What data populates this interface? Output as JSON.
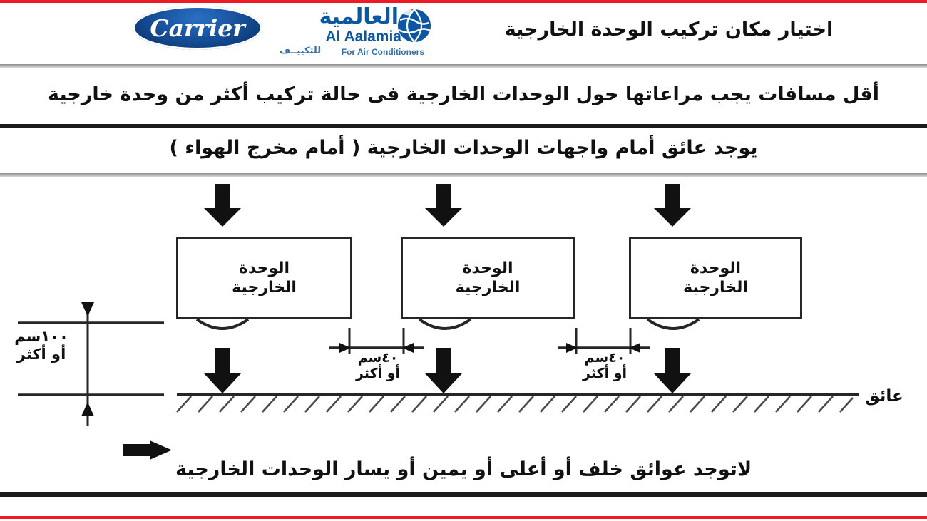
{
  "page": {
    "accent_red": "#ed1c24",
    "brand_blue": "#0b57a4",
    "ink": "#111111"
  },
  "branding": {
    "carrier": {
      "name": "carrier-logo",
      "text": "Carrier"
    },
    "alaalamia": {
      "name": "al-aalamia-logo",
      "arabic": "العالمية",
      "latin": "Al Aalamia",
      "tagline_en": "For Air Conditioners",
      "tagline_ar": "للتكييــف"
    }
  },
  "header": {
    "title": "اختيار مكان تركيب الوحدة الخارجية",
    "subtitle": "أقل مسافات يجب مراعاتها حول الوحدات الخارجية فى حالة تركيب أكثر من وحدة خارجية",
    "condition": "يوجد عائق أمام واجهات الوحدات الخارجية ( أمام مخرج الهواء )"
  },
  "diagram": {
    "units": [
      {
        "line1": "الوحدة",
        "line2": "الخارجية"
      },
      {
        "line1": "الوحدة",
        "line2": "الخارجية"
      },
      {
        "line1": "الوحدة",
        "line2": "الخارجية"
      }
    ],
    "gap_dimensions": [
      {
        "value": "٤٠سم",
        "qualifier": "أو أكثر"
      },
      {
        "value": "٤٠سم",
        "qualifier": "أو أكثر"
      }
    ],
    "height_dimension": {
      "value": "١٠٠سم",
      "qualifier": "أو أكثر"
    },
    "obstacle_label": "عائق"
  },
  "footer": {
    "note": "لاتوجد عوائق خلف أو أعلى أو يمين أو يسار الوحدات الخارجية"
  }
}
